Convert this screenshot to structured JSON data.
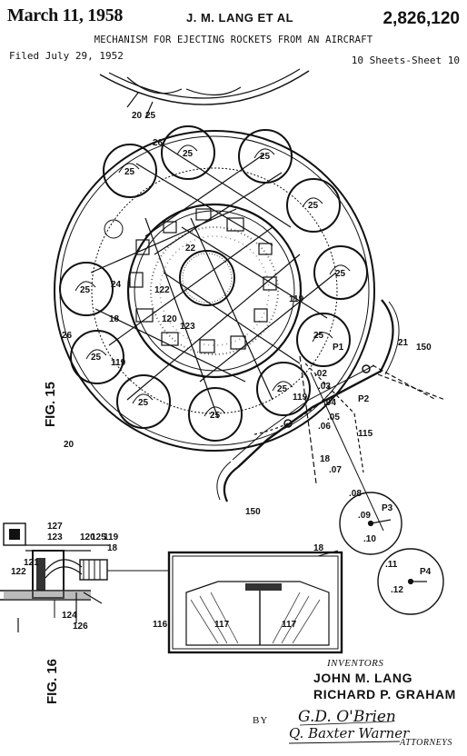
{
  "header": {
    "date": "March 11, 1958",
    "inventor_line": "J. M. LANG ET AL",
    "patent_number": "2,826,120",
    "title": "MECHANISM FOR EJECTING ROCKETS FROM AN AIRCRAFT",
    "filed": "Filed July 29, 1952",
    "sheets": "10 Sheets-Sheet 10"
  },
  "figures": {
    "fig15_label": "FIG. 15",
    "fig16_label": "FIG. 16"
  },
  "reference_numerals": {
    "tube": "25",
    "ring": "20",
    "strap": "26",
    "hub": "22",
    "plate": "122",
    "n24": "24",
    "n18": "18",
    "n119": "119",
    "n120": "120",
    "n123": "123",
    "n115": "115",
    "n121": "121",
    "n125": "125",
    "n126": "126",
    "n127": "127",
    "n124": "124",
    "n116": "116",
    "n117": "117",
    "n150": "150",
    "n21": "21",
    "p1": "P1",
    "p2": "P2",
    "p3": "P3",
    "p4": "P4",
    "s02": ".02",
    "s03": ".03",
    "s04": ".04",
    "s05": ".05",
    "s06": ".06",
    "s07": ".07",
    "s08": ".08",
    "s09": ".09",
    "s10": ".10",
    "s11": ".11",
    "s12": ".12"
  },
  "signature": {
    "inventors_heading": "INVENTORS",
    "inventor_1": "JOHN M. LANG",
    "inventor_2": "RICHARD P. GRAHAM",
    "by": "BY",
    "attorney_1": "G.D. O'Brien",
    "attorney_2": "Q. Baxter Warner",
    "attorneys_heading": "ATTORNEYS"
  }
}
